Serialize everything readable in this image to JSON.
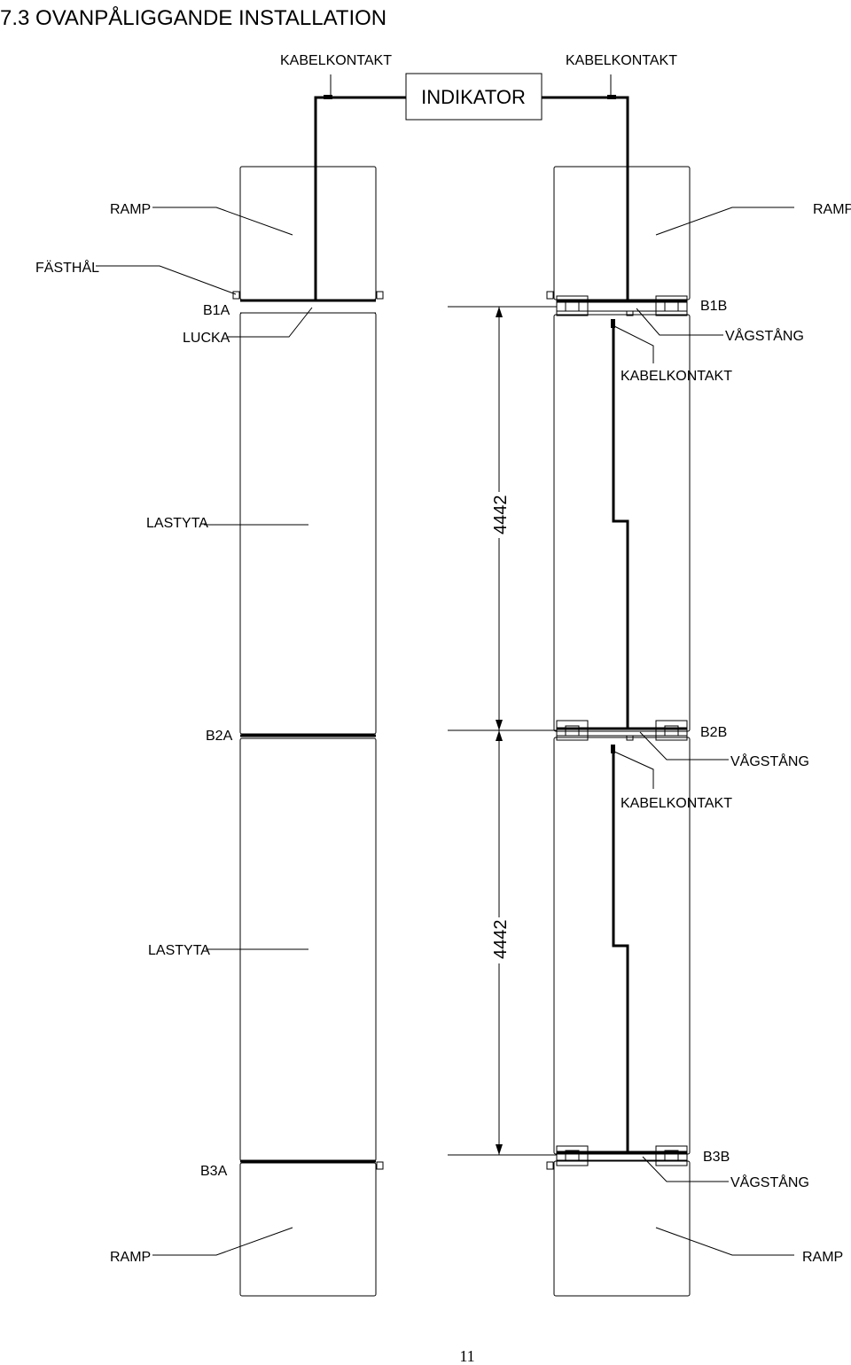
{
  "title": "7.3 OVANPÅLIGGANDE INSTALLATION",
  "indicator": "INDIKATOR",
  "labels": {
    "kabelkontakt_top_left": "KABELKONTAKT",
    "kabelkontakt_top_right": "KABELKONTAKT",
    "ramp_top_left": "RAMP",
    "ramp_top_right": "RAMP",
    "fasthal": "FÄSTHÅL",
    "b1a": "B1A",
    "lucka": "LUCKA",
    "b1b": "B1B",
    "vagstang_1": "VÅGSTÅNG",
    "kabelkontakt_1": "KABELKONTAKT",
    "lastyta_1": "LASTYTA",
    "dim_1": "4442",
    "b2a": "B2A",
    "b2b": "B2B",
    "vagstang_2": "VÅGSTÅNG",
    "kabelkontakt_2": "KABELKONTAKT",
    "lastyta_2": "LASTYTA",
    "dim_2": "4442",
    "b3a": "B3A",
    "b3b": "B3B",
    "vagstang_3": "VÅGSTÅNG",
    "ramp_bottom_left": "RAMP",
    "ramp_bottom_right": "RAMP"
  },
  "page_number": "11"
}
